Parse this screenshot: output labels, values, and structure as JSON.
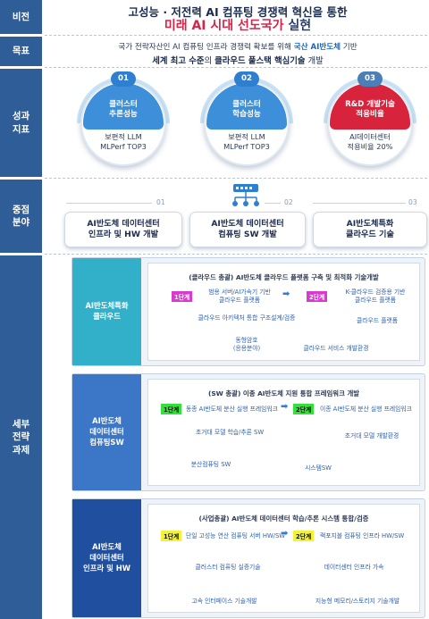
{
  "rows": {
    "vision": "비전",
    "goal": "목표",
    "kpi": "성과\n지표",
    "focus": "중점\n분야",
    "tasks": "세부\n전략\n과제"
  },
  "vision": {
    "line1": "고성능 · 저전력 AI 컴퓨팅 경쟁력 혁신을 통한",
    "line2_red": "미래 AI 시대 선도국가",
    "line2_end": " 실현"
  },
  "goal": {
    "line1_a": "국가 전략자산인 AI 컴퓨팅 인프라 경쟁력 확보를 위해 ",
    "line1_hl": "국산 AI반도체",
    "line1_b": " 기반",
    "line2_b1": "세계 최고 수준",
    "line2_m": "의 ",
    "line2_b2": "클라우드 풀스택 핵심기술",
    "line2_e": " 개발"
  },
  "kpis": [
    {
      "num": "01",
      "label": "클러스터\n추론성능",
      "value": "보편적 LLM\nMLPerf TOP3",
      "accent": "#3c8fd8"
    },
    {
      "num": "02",
      "label": "클러스터\n학습성능",
      "value": "보편적 LLM\nMLPerf TOP3",
      "accent": "#3c8fd8"
    },
    {
      "num": "03",
      "label": "R&D 개발기술\n적용비율",
      "value": "AI데이터센터\n적용비율 20%",
      "accent": "#d8233d"
    }
  ],
  "focus": [
    {
      "num": "01",
      "text": "AI반도체 데이터센터\n인프라 및 HW 개발"
    },
    {
      "num": "02",
      "text": "AI반도체 데이터센터\n컴퓨팅 SW 개발"
    },
    {
      "num": "03",
      "text": "AI반도체특화\n클라우드 기술"
    }
  ],
  "panels": [
    {
      "side": "AI반도체특화\n클라우드",
      "side_color": "#33b0c9",
      "title": "(클라우드 총괄) AI반도체 클라우드 플랫폼 구축 및 최적화 기술개발",
      "stage1_badge": "1단계",
      "stage1_text": "범용 서버/AI가속기 기반\n클라우드 플랫폼",
      "stage2_badge": "2단계",
      "stage2_text": "K-클라우드 검증용 기반\n클라우드 플랫폼",
      "items": [
        "클라우드 아키텍처 통합 구조설계/검증",
        "클라우드 플랫폼",
        "동형암호\n(응용분야)",
        "클라우드 서비스 개발환경"
      ]
    },
    {
      "side": "AI반도체\n데이터센터\n컴퓨팅SW",
      "side_color": "#3b76c7",
      "title": "(SW 총괄) 이종 AI반도체 지원 통합 프레임워크 개발",
      "stage1_badge": "1단계",
      "stage1_text": "동종 AI반도체 분산 실행 프레임워크",
      "stage2_badge": "2단계",
      "stage2_text": "이종 AI반도체 분산 실행 프레임워크",
      "items": [
        "초거대 모델 학습/추론 SW",
        "초거대 모델 개발환경",
        "분산컴퓨팅 SW",
        "시스템SW"
      ]
    },
    {
      "side": "AI반도체\n데이터센터\n인프라 및 HW",
      "side_color": "#1f4f9e",
      "title": "(사업총괄) AI반도체 데이터센터 학습/추론 시스템 통합/검증",
      "stage1_badge": "1단계",
      "stage1_text": "단일 고성능 연산 컴퓨팅 서버 HW/SW",
      "stage2_badge": "2단계",
      "stage2_text": "랙포지볼 컴퓨팅 인프라 HW/SW",
      "items": [
        "클러스터 컴퓨팅 실증기술",
        "데이터센터 인프라 가속",
        "고속 인터페이스 기술개발",
        "지능형 메모리/스토리지 기술개발"
      ]
    }
  ]
}
